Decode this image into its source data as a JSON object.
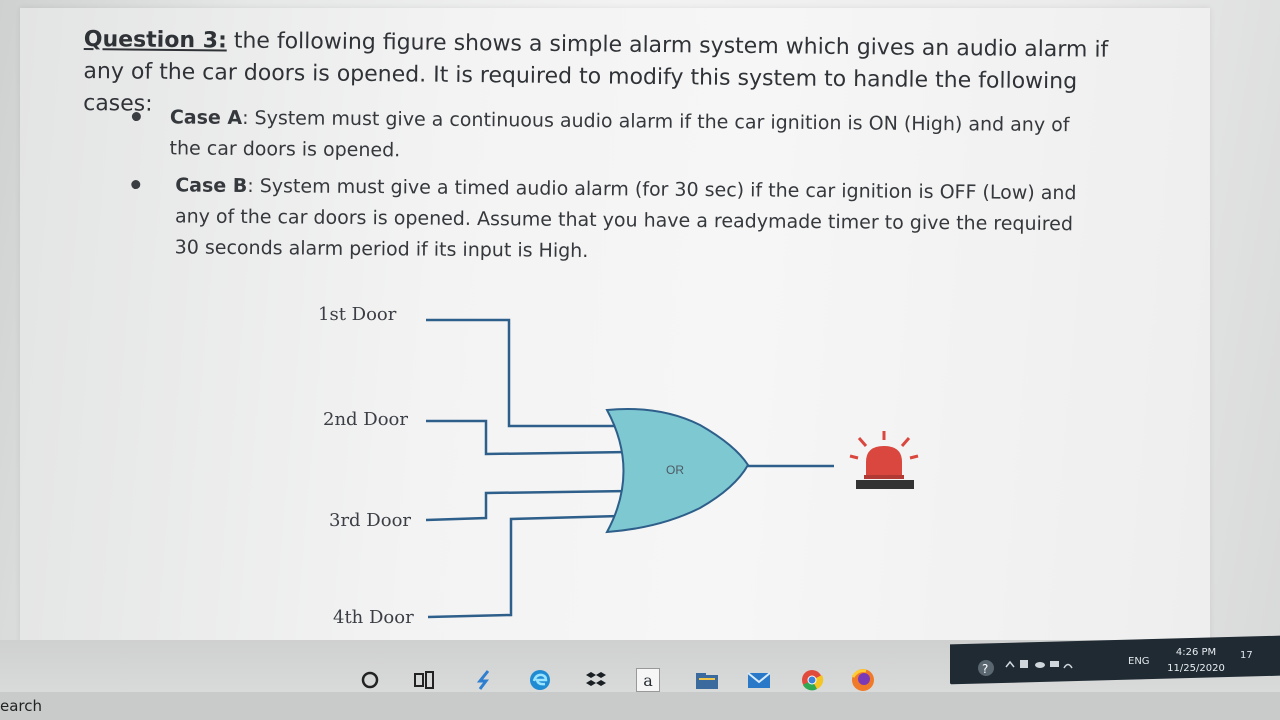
{
  "question": {
    "label": "Question 3:",
    "text": " the following figure shows a simple alarm system which gives an audio alarm if any of the car doors is opened. It is required to modify this system to handle the following cases:"
  },
  "cases": [
    {
      "label": "Case A",
      "text": ": System must give a continuous audio alarm if the car ignition is ON (High) and any of the car doors is opened."
    },
    {
      "label": "Case B",
      "text": ": System must give a timed audio alarm (for 30 sec) if the car ignition is OFF (Low) and any of the car doors is opened. Assume that you have a readymade timer to give the required 30 seconds alarm period if its input is High."
    }
  ],
  "diagram": {
    "doors": [
      "1st Door",
      "2nd Door",
      "3rd Door",
      "4th Door"
    ],
    "gate_label": "OR",
    "gate_color": "#7ec8d2",
    "wire_color": "#2e5f8a",
    "alarm_color": "#d9473f",
    "alarm_icon": "siren-icon"
  },
  "taskbar": {
    "search_fragment": "earch",
    "icons": [
      "cortana-icon",
      "task-view-icon",
      "app-icon",
      "edge-icon",
      "dropbox-icon",
      "amazon-icon",
      "folder-icon",
      "mail-icon",
      "chrome-icon",
      "firefox-icon"
    ],
    "amazon_letter": "a",
    "language": "ENG",
    "time": "4:26 PM",
    "date": "11/25/2020",
    "notification_count": "17"
  }
}
